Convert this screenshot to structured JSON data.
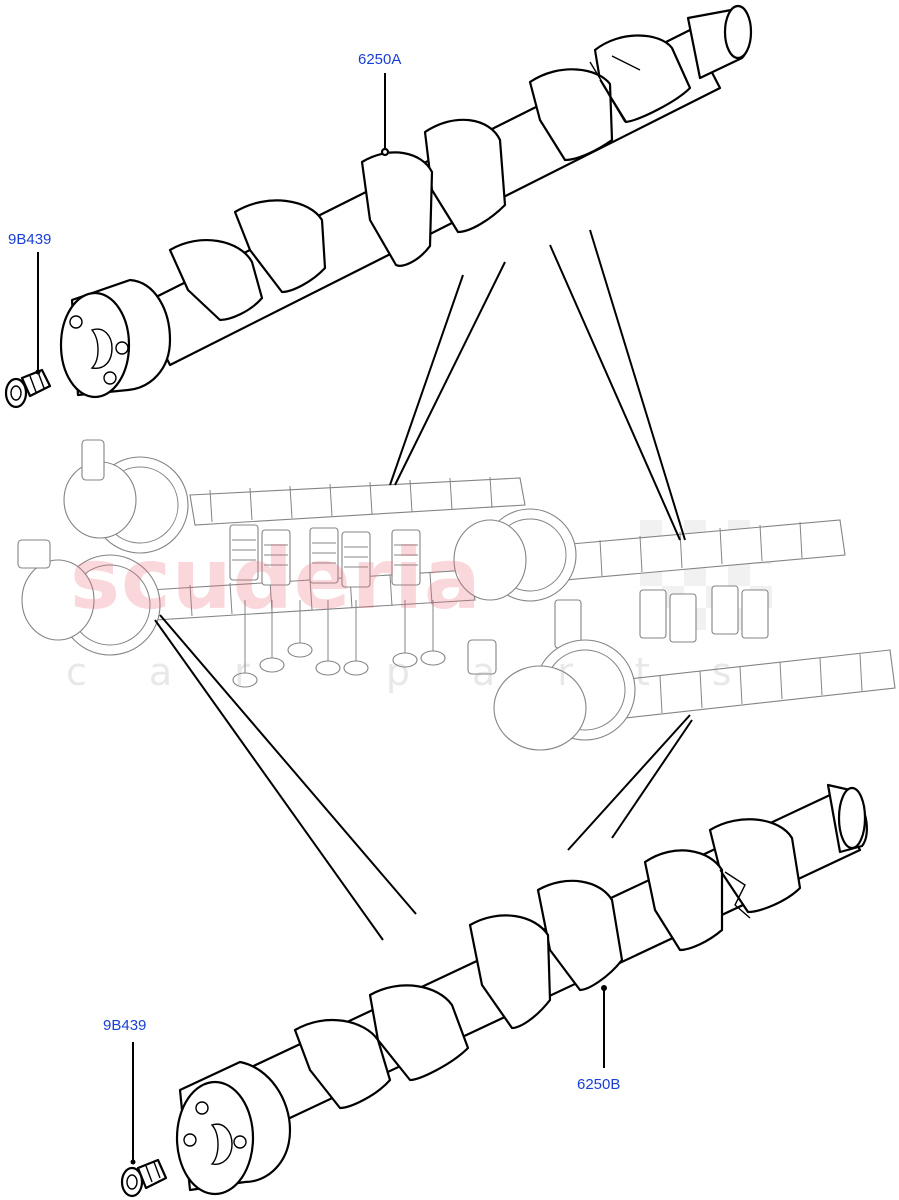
{
  "diagram": {
    "watermark": {
      "brand": "scuderia",
      "sub": "car parts"
    },
    "callouts": [
      {
        "id": "upper-camshaft",
        "label": "6250A"
      },
      {
        "id": "upper-bolt",
        "label": "9B439"
      },
      {
        "id": "lower-bolt",
        "label": "9B439"
      },
      {
        "id": "lower-camshaft",
        "label": "6250B"
      }
    ],
    "colors": {
      "callout_text": "#1a3fd6",
      "line_art": "#000000",
      "watermark_red": "#e86e7d"
    }
  }
}
